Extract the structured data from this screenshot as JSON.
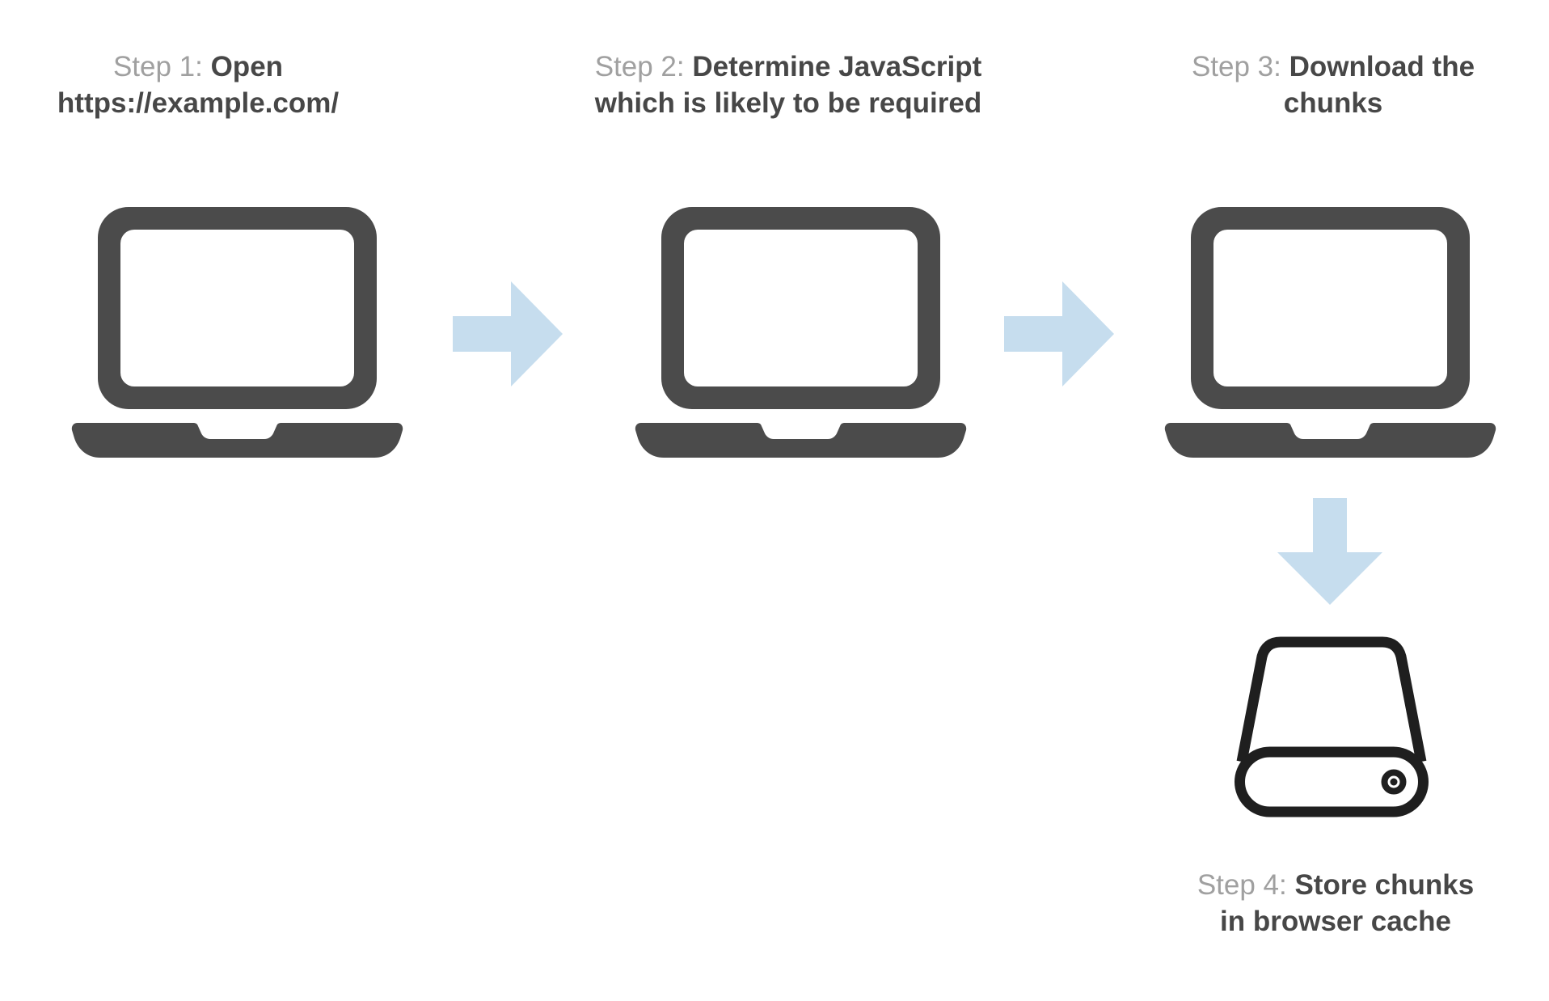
{
  "colors": {
    "background": "#ffffff",
    "laptop_gray": "#4b4b4b",
    "drive_outline_black": "#1f1f1f",
    "arrow_blue": "#c6ddee",
    "step_prefix_gray": "#a0a0a0",
    "step_title_dark": "#474747"
  },
  "steps": [
    {
      "prefix": "Step 1:",
      "title": "Open https://example.com/",
      "icon": "laptop-icon",
      "lines": [
        {
          "muted": "Step 1: ",
          "strong": "Open"
        },
        {
          "strong": "https://example.com/"
        }
      ]
    },
    {
      "prefix": "Step 2:",
      "title": "Determine JavaScript which is likely to be required",
      "icon": "laptop-icon",
      "lines": [
        {
          "muted": "Step 2: ",
          "strong": "Determine JavaScript"
        },
        {
          "strong": "which is likely to be required"
        }
      ]
    },
    {
      "prefix": "Step 3:",
      "title": "Download the chunks",
      "icon": "laptop-icon",
      "lines": [
        {
          "muted": "Step 3: ",
          "strong": "Download the"
        },
        {
          "strong": "chunks"
        }
      ]
    },
    {
      "prefix": "Step 4:",
      "title": "Store chunks in browser cache",
      "icon": "hard-drive-icon",
      "lines": [
        {
          "muted": "Step 4: ",
          "strong": "Store chunks"
        },
        {
          "strong": "in browser cache"
        }
      ]
    }
  ],
  "arrows": [
    {
      "direction": "right",
      "from": "step-1",
      "to": "step-2"
    },
    {
      "direction": "right",
      "from": "step-2",
      "to": "step-3"
    },
    {
      "direction": "down",
      "from": "step-3",
      "to": "step-4"
    }
  ]
}
